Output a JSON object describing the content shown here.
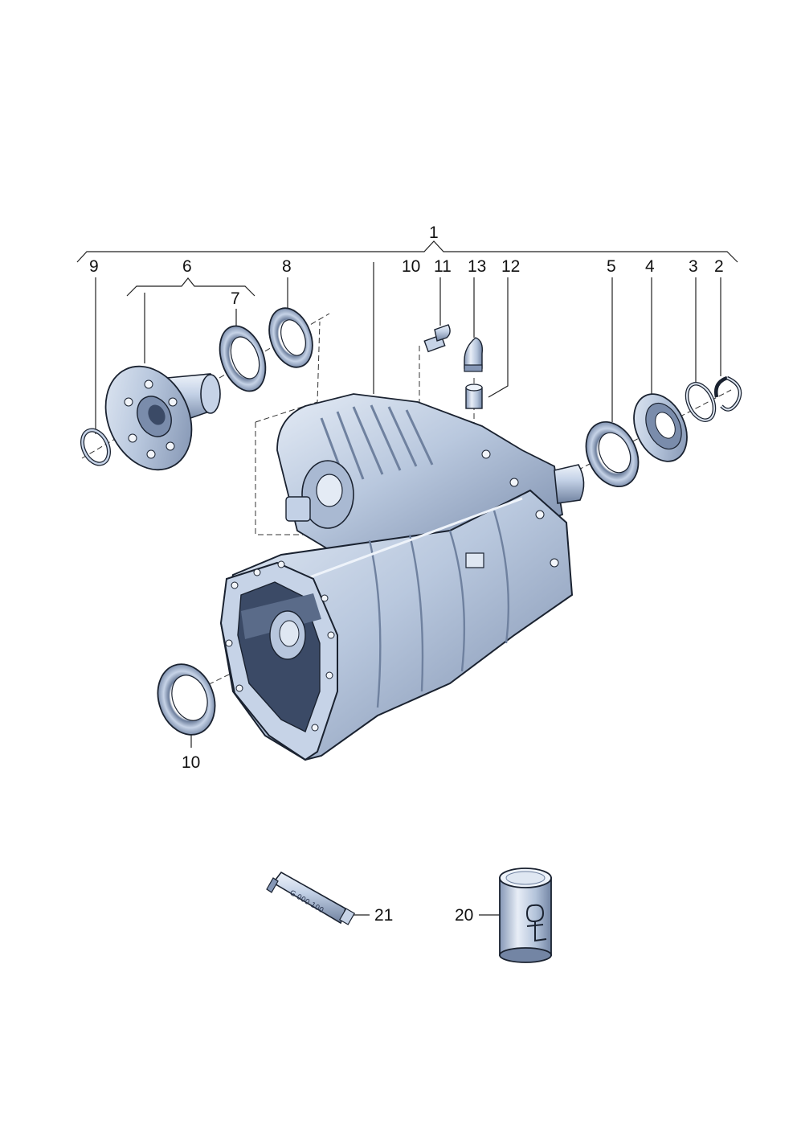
{
  "callouts": {
    "c1": "1",
    "c2": "2",
    "c3": "3",
    "c4": "4",
    "c5": "5",
    "c6": "6",
    "c7": "7",
    "c8": "8",
    "c9": "9",
    "c10_top": "10",
    "c10_bottom": "10",
    "c11": "11",
    "c12": "12",
    "c13": "13",
    "c20": "20",
    "c21": "21"
  },
  "tube_label": "G 000 100",
  "colors": {
    "part_fill": "#b7c6dd",
    "part_light": "#dfe7f2",
    "part_shadow": "#6f819f",
    "part_dark": "#3b4a66",
    "outline": "#1a2230"
  }
}
